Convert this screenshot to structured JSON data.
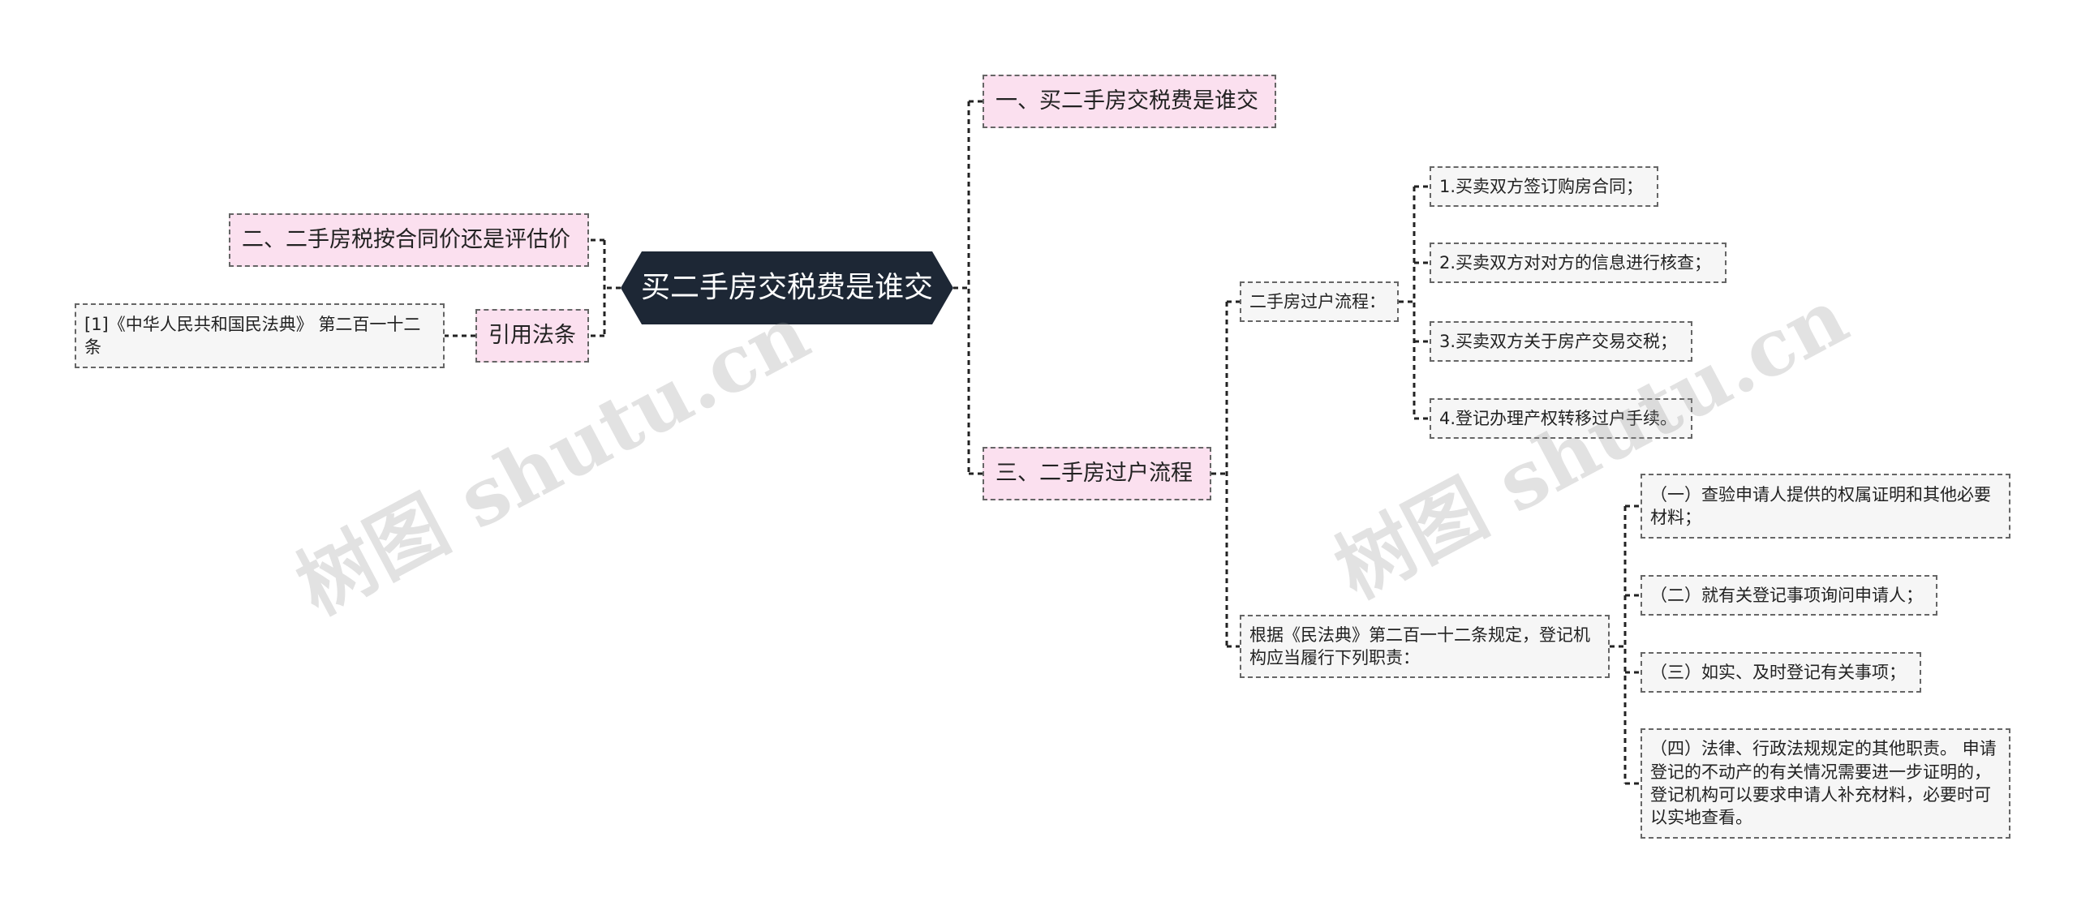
{
  "root": {
    "label": "买二手房交税费是谁交"
  },
  "left": {
    "item1": "二、二手房税按合同价还是评估价",
    "item2": "引用法条",
    "citation": "[1]《中华人民共和国民法典》 第二百一十二条"
  },
  "right": {
    "branch1": "一、买二手房交税费是谁交",
    "branch3": "三、二手房过户流程",
    "process": {
      "label": "二手房过户流程：",
      "steps": [
        "1.买卖双方签订购房合同；",
        "2.买卖双方对对方的信息进行核查；",
        "3.买卖双方关于房产交易交税；",
        "4.登记办理产权转移过户手续。"
      ]
    },
    "duties": {
      "label": "根据《民法典》第二百一十二条规定，登记机构应当履行下列职责：",
      "items": [
        "（一）查验申请人提供的权属证明和其他必要材料；",
        "（二）就有关登记事项询问申请人；",
        "（三）如实、及时登记有关事项；",
        "（四）法律、行政法规规定的其他职责。 申请登记的不动产的有关情况需要进一步证明的，登记机构可以要求申请人补充材料，必要时可以实地查看。"
      ]
    }
  },
  "watermark": [
    "树图 shutu.cn",
    "树图 shutu.cn"
  ]
}
